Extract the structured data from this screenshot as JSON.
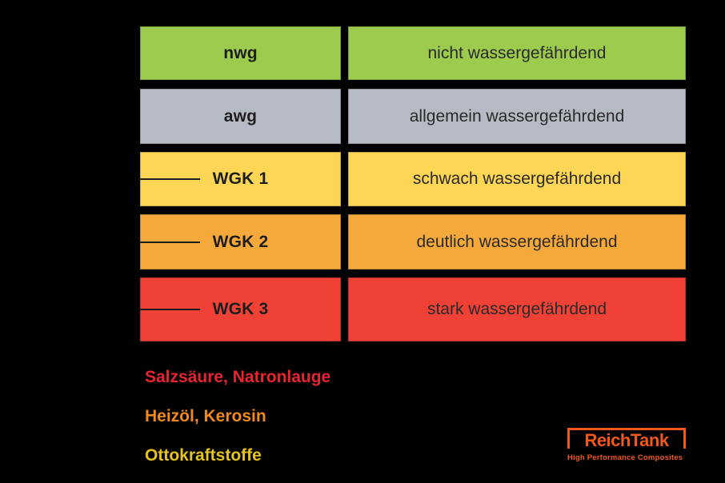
{
  "background_color": "#000000",
  "classification_table": {
    "rows": [
      {
        "code": "nwg",
        "description": "nicht wassergefährdend",
        "color": "#9CCB4E"
      },
      {
        "code": "awg",
        "description": "allgemein wassergefährdend",
        "color": "#B6BAC4"
      },
      {
        "code": "WGK 1",
        "description": "schwach wassergefährdend",
        "color": "#FDD655"
      },
      {
        "code": "WGK 2",
        "description": "deutlich wassergefährdend",
        "color": "#F6A93B"
      },
      {
        "code": "WGK 3",
        "description": "stark wassergefährdend",
        "color": "#EF4136"
      }
    ]
  },
  "example_substances": [
    {
      "label": "Salzsäure, Natronlauge",
      "color": "#E8242F"
    },
    {
      "label": "Heizöl, Kerosin",
      "color": "#F08A18"
    },
    {
      "label": "Ottokraftstoffe",
      "color": "#E6C31D"
    }
  ],
  "logo": {
    "name": "ReichTank",
    "tagline": "High Performance Composites",
    "color": "#F2581C"
  }
}
